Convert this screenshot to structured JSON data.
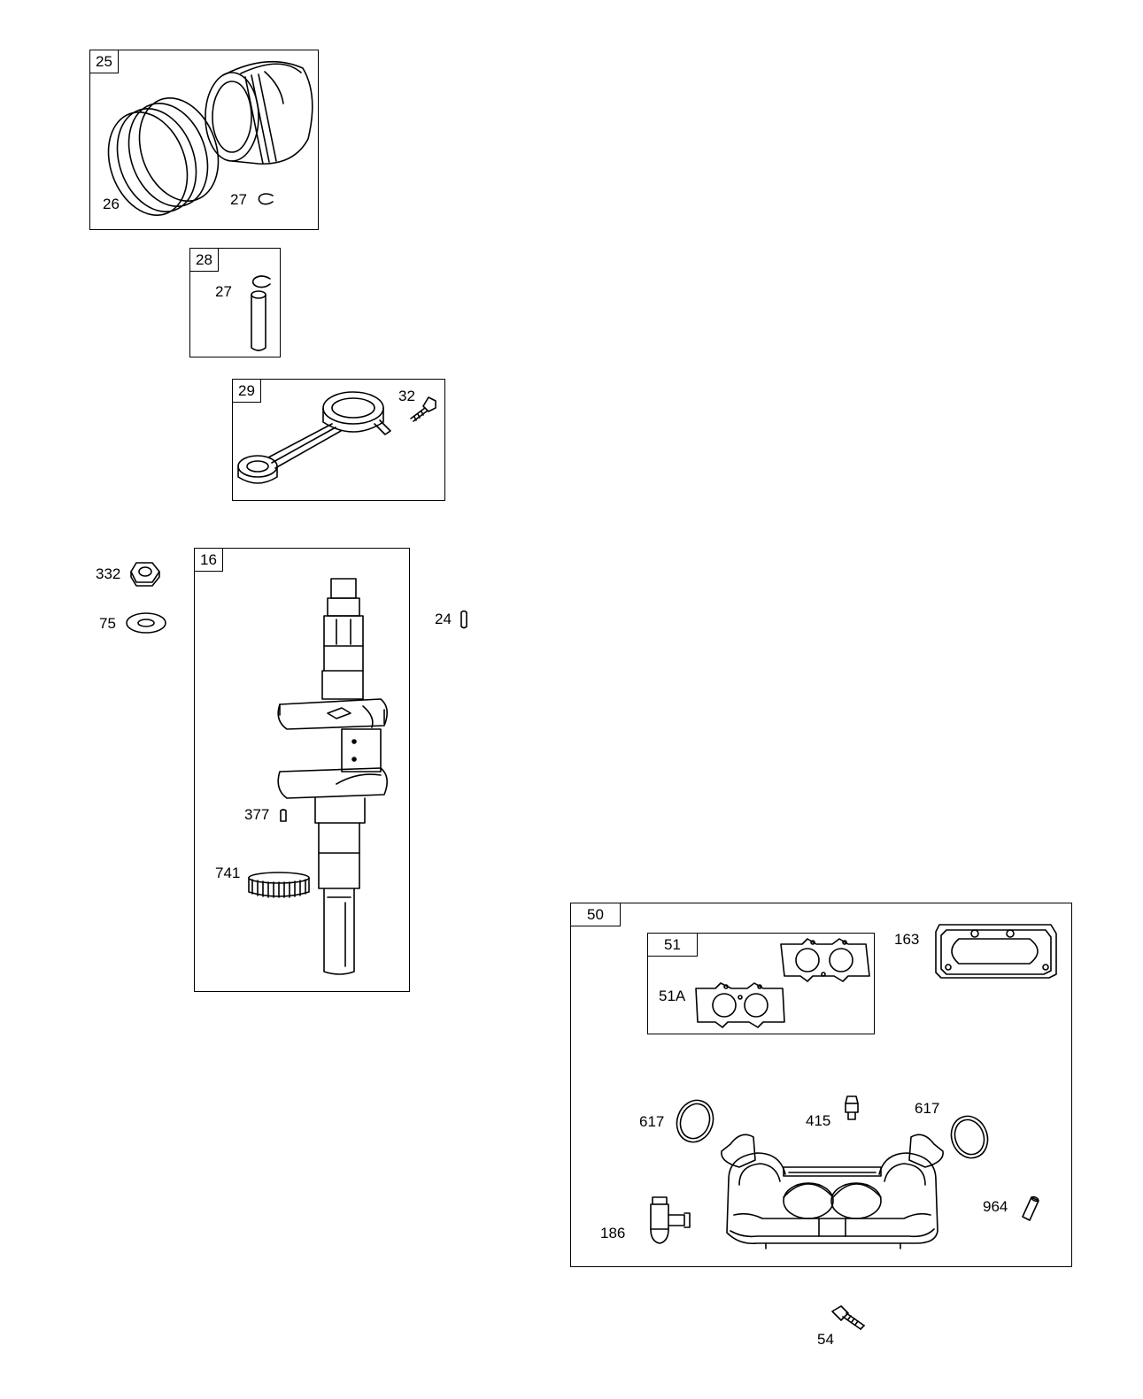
{
  "groups": {
    "g25": {
      "tag": "25",
      "labels": {
        "rings": "26",
        "clip": "27"
      }
    },
    "g28": {
      "tag": "28",
      "labels": {
        "clip": "27"
      }
    },
    "g29": {
      "tag": "29",
      "labels": {
        "bolt": "32"
      }
    },
    "g16": {
      "tag": "16",
      "labels": {
        "key": "377",
        "gear": "741"
      }
    },
    "g50": {
      "tag": "50",
      "labels": {
        "gasket163": "163",
        "o_ring_left": "617",
        "o_ring_right": "617",
        "fitting": "415",
        "elbow": "186",
        "pin": "964"
      }
    },
    "g51": {
      "tag": "51",
      "labels": {
        "gasket": "51A"
      }
    }
  },
  "loose": {
    "nut": "332",
    "washer": "75",
    "pin": "24",
    "screw": "54"
  },
  "icons": [
    "piston",
    "piston-ring",
    "retaining-clip",
    "piston-pin",
    "connecting-rod",
    "bolt",
    "crankshaft",
    "woodruff-key",
    "timing-gear",
    "hex-nut",
    "washer",
    "dowel-pin",
    "gasket",
    "o-ring",
    "intake-manifold",
    "elbow-fitting",
    "plug",
    "screw"
  ]
}
